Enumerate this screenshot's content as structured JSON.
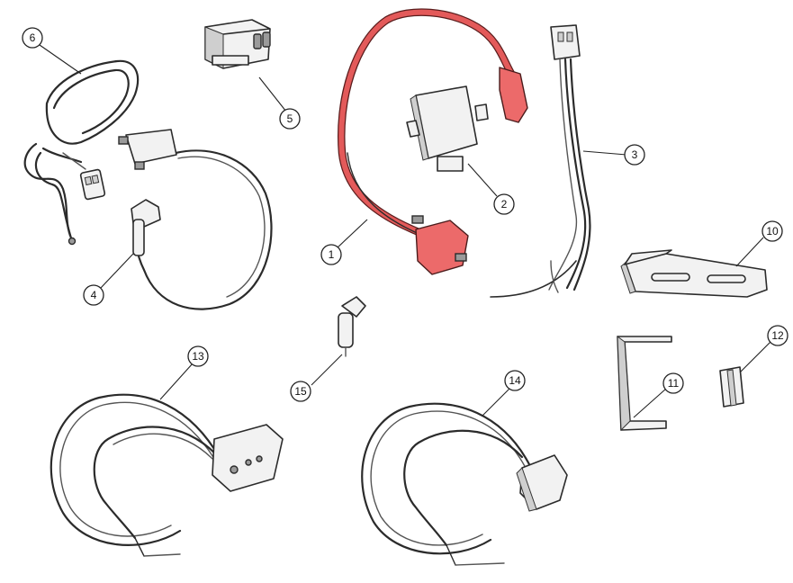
{
  "callouts": {
    "c1": "1",
    "c2": "2",
    "c3": "3",
    "c4": "4",
    "c5": "5",
    "c6": "6",
    "c10": "10",
    "c11": "11",
    "c12": "12",
    "c13": "13",
    "c14": "14",
    "c15": "15"
  },
  "colors": {
    "highlight": "#ec6a6a",
    "line": "#2b2b2b",
    "background": "#ffffff"
  }
}
